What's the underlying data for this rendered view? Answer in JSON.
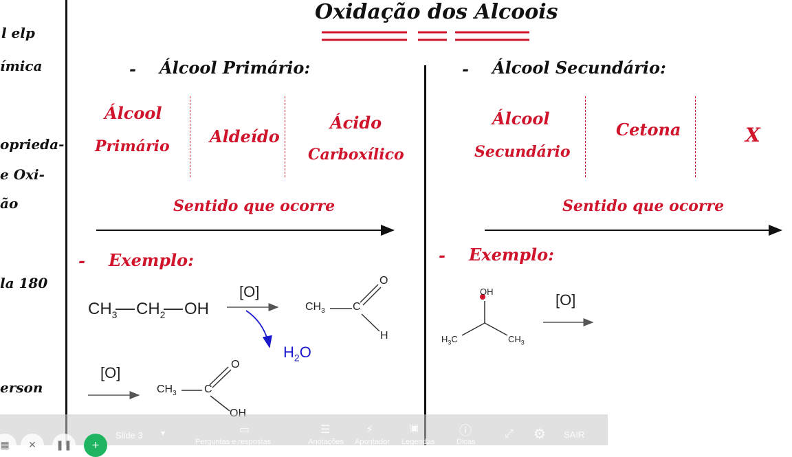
{
  "slide": {
    "title": "Oxidação dos Alcoois",
    "primary": {
      "heading_bullet": "-",
      "heading": "Álcool Primário:",
      "col1_line1": "Álcool",
      "col1_line2": "Primário",
      "col2": "Aldeído",
      "col3_line1": "Ácido",
      "col3_line2": "Carboxílico",
      "direction": "Sentido que ocorre",
      "example_bullet": "-",
      "example_label": "Exemplo:"
    },
    "secondary": {
      "heading_bullet": "-",
      "heading": "Álcool Secundário:",
      "col1_line1": "Álcool",
      "col1_line2": "Secundário",
      "col2": "Cetona",
      "col3": "X",
      "direction": "Sentido que ocorre",
      "example_bullet": "-",
      "example_label": "Exemplo:"
    },
    "sidebar_fragments": [
      "l elp",
      "ímica",
      "oprieda-",
      "e Oxi-",
      "ão",
      "la 180",
      "erson"
    ]
  },
  "reaction1": {
    "reactant_a": "CH",
    "reactant_a_sub": "3",
    "reactant_b": "CH",
    "reactant_b_sub": "2",
    "reactant_c": "OH",
    "oxidant": "[O]",
    "product_ch3": "CH",
    "product_ch3_sub": "3",
    "product_c": "C",
    "product_o": "O",
    "product_h": "H",
    "byproduct": "H",
    "byproduct_sub": "2",
    "byproduct_o": "O"
  },
  "reaction2": {
    "oxidant": "[O]",
    "product_ch3": "CH",
    "product_ch3_sub": "3",
    "product_c": "C",
    "product_o": "O",
    "product_oh": "OH"
  },
  "reaction3": {
    "oh": "OH",
    "left_ch3": "H",
    "left_ch3_sub": "3",
    "left_ch3_c": "C",
    "right_ch3": "CH",
    "right_ch3_sub": "3",
    "oxidant": "[O]"
  },
  "toolbar": {
    "slide_label": "Slide 3",
    "questions": "Perguntas e respostas",
    "notes": "Anotações",
    "pointer": "Apontador",
    "subtitles": "Legendas",
    "tips": "Dicas",
    "exit": "SAIR"
  },
  "colors": {
    "accent_red": "#d0142c",
    "arrow_blue": "#1a1acc"
  }
}
